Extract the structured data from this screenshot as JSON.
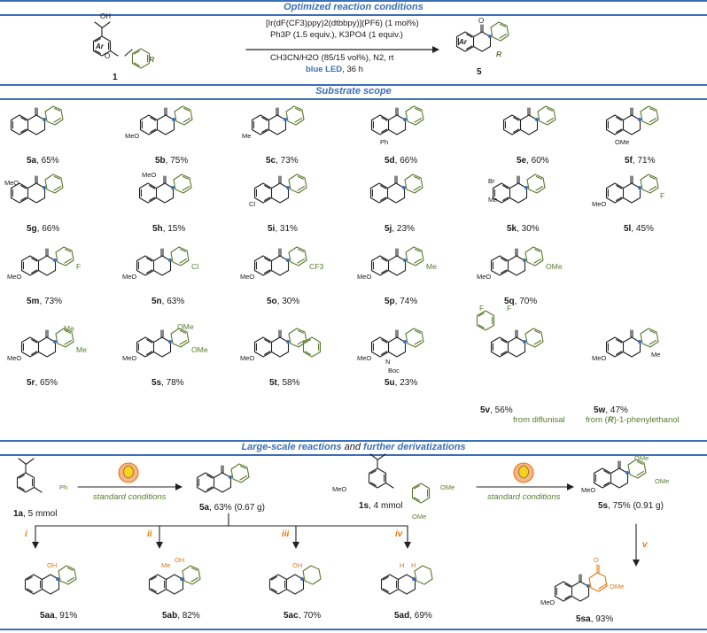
{
  "sections": {
    "optimized": "Optimized reaction conditions",
    "scope": "Substrate scope",
    "large_a": "Large-scale reactions",
    "large_and": " and ",
    "large_b": "further derivatizations"
  },
  "reaction": {
    "reagent_line1": "[Ir(dF(CF3)ppy)2(dtbbpy)](PF6) (1 mol%)",
    "reagent_line2": "Ph3P (1.5 equiv.), K3PO4 (1 equiv.)",
    "reagent_line3": "CH3CN/H2O (85/15 vol%), N2, rt",
    "light": "blue LED",
    "time": ", 36 h",
    "sm_label": "1",
    "product_label": "5",
    "ar": "Ar",
    "r": "R",
    "oh": "OH",
    "o": "O"
  },
  "scope": [
    {
      "id": "5a",
      "yield": ", 65%"
    },
    {
      "id": "5b",
      "yield": ", 75%"
    },
    {
      "id": "5c",
      "yield": ", 73%"
    },
    {
      "id": "5d",
      "yield": ", 66%"
    },
    {
      "id": "5e",
      "yield": ", 60%"
    },
    {
      "id": "5f",
      "yield": ", 71%"
    },
    {
      "id": "5g",
      "yield": ", 66%"
    },
    {
      "id": "5h",
      "yield": ", 15%"
    },
    {
      "id": "5i",
      "yield": ", 31%"
    },
    {
      "id": "5j",
      "yield": ", 23%"
    },
    {
      "id": "5k",
      "yield": ", 30%"
    },
    {
      "id": "5l",
      "yield": ", 45%"
    },
    {
      "id": "5m",
      "yield": ", 73%"
    },
    {
      "id": "5n",
      "yield": ", 63%"
    },
    {
      "id": "5o",
      "yield": ", 30%"
    },
    {
      "id": "5p",
      "yield": ", 74%"
    },
    {
      "id": "5q",
      "yield": ", 70%"
    },
    {
      "id": "5r",
      "yield": ", 65%"
    },
    {
      "id": "5s",
      "yield": ", 78%"
    },
    {
      "id": "5t",
      "yield": ", 58%"
    },
    {
      "id": "5u",
      "yield": ", 23%"
    },
    {
      "id": "5v",
      "yield": ", 56%"
    },
    {
      "id": "5w",
      "yield": ", 47%"
    }
  ],
  "sources": {
    "v": "from diflunisal",
    "w_pre": "from (",
    "w_r": "R",
    "w_post": ")-1-phenylethanol"
  },
  "substituents": {
    "meo": "MeO",
    "me": "Me",
    "ph": "Ph",
    "ome": "OMe",
    "cl": "Cl",
    "br": "Br",
    "f": "F",
    "cf3": "CF3",
    "boc": "Boc",
    "n": "N",
    "h": "H",
    "o": "O",
    "oh": "OH"
  },
  "large_scale": {
    "sm1": "1a",
    "sm1_amount": ", 5 mmol",
    "sm2": "1s",
    "sm2_amount": ", 4 mmol",
    "standard": "standard conditions",
    "p1": "5a",
    "p1_yield": ", 63% (0.67 g)",
    "p2": "5s",
    "p2_yield": ", 75% (0.91 g)",
    "steps": [
      "i",
      "ii",
      "iii",
      "iv",
      "v"
    ],
    "derivs": [
      {
        "id": "5aa",
        "yield": ", 91%"
      },
      {
        "id": "5ab",
        "yield": ", 82%"
      },
      {
        "id": "5ac",
        "yield": ", 70%"
      },
      {
        "id": "5ad",
        "yield": ", 69%"
      },
      {
        "id": "5sa",
        "yield": ", 93%"
      }
    ]
  },
  "colors": {
    "blue": "#3b6fb6",
    "green": "#5a7a2e",
    "orange": "#e07b12",
    "black": "#222222"
  }
}
